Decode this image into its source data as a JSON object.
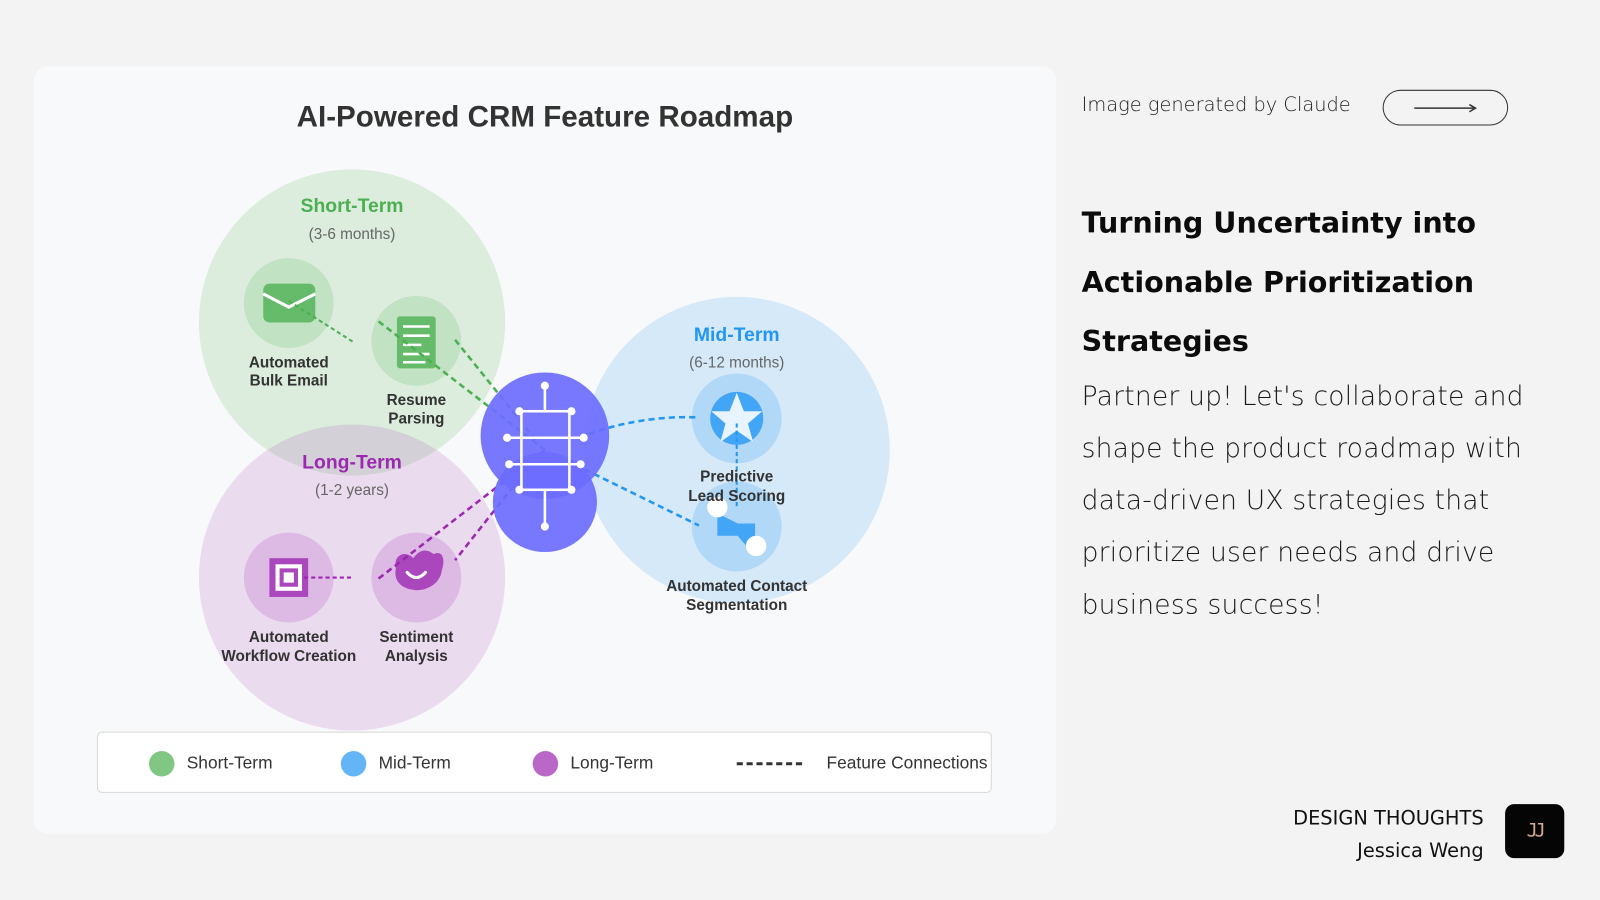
{
  "diagram": {
    "title": "AI-Powered CRM Feature Roadmap",
    "colors": {
      "short_term": "#4caf50",
      "mid_term": "#2196f3",
      "long_term": "#9c27b0",
      "hub": "#6c6cff"
    },
    "zones": [
      {
        "id": "short",
        "label": "Short-Term",
        "sublabel": "(3-6 months)",
        "color": "#4caf50"
      },
      {
        "id": "mid",
        "label": "Mid-Term",
        "sublabel": "(6-12 months)",
        "color": "#2196f3"
      },
      {
        "id": "long",
        "label": "Long-Term",
        "sublabel": "(1-2 years)",
        "color": "#9c27b0"
      }
    ],
    "features": [
      {
        "zone": "short",
        "line1": "Automated",
        "line2": "Bulk Email",
        "icon": "envelope-icon"
      },
      {
        "zone": "short",
        "line1": "Resume",
        "line2": "Parsing",
        "icon": "document-icon"
      },
      {
        "zone": "mid",
        "line1": "Predictive",
        "line2": "Lead Scoring",
        "icon": "star-icon"
      },
      {
        "zone": "mid",
        "line1": "Automated Contact",
        "line2": "Segmentation",
        "icon": "segment-icon"
      },
      {
        "zone": "long",
        "line1": "Automated",
        "line2": "Workflow Creation",
        "icon": "workflow-icon"
      },
      {
        "zone": "long",
        "line1": "Sentiment",
        "line2": "Analysis",
        "icon": "sentiment-icon"
      }
    ],
    "hub_icon": "ai-network-icon",
    "legend": [
      {
        "label": "Short-Term",
        "color": "#81c784"
      },
      {
        "label": "Mid-Term",
        "color": "#64b5f6"
      },
      {
        "label": "Long-Term",
        "color": "#ba68c8"
      },
      {
        "label": "Feature Connections",
        "color": "#333333",
        "style": "dashed"
      }
    ]
  },
  "side": {
    "generated_by": "Image generated by Claude",
    "arrow_icon": "arrow-right-icon",
    "heading_lines": [
      "Turning Uncertainty into",
      "Actionable Prioritization",
      "Strategies"
    ],
    "body_lines": [
      "Partner up! Let's collaborate and",
      "shape the product roadmap with",
      "data-driven UX strategies that",
      "prioritize user needs and drive",
      "business success!"
    ],
    "brand": "DESIGN THOUGHTS",
    "author": "Jessica Weng",
    "logo_text": "JJ"
  }
}
